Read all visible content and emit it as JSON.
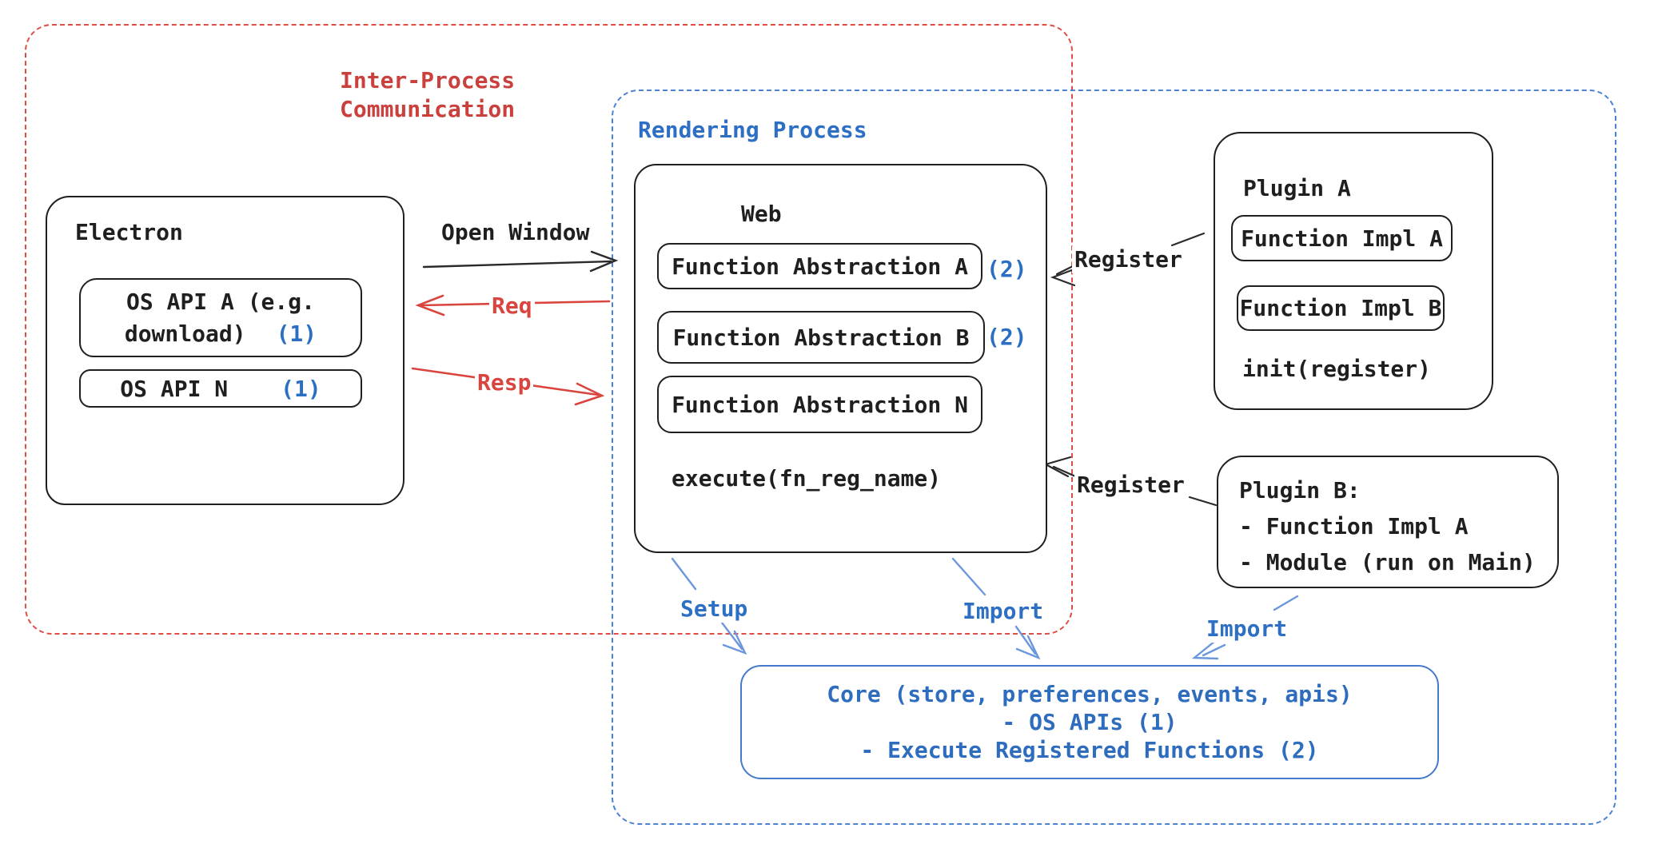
{
  "frames": {
    "ipc": {
      "label_line1": "Inter-Process",
      "label_line2": "Communication"
    },
    "rendering": {
      "label": "Rendering Process"
    }
  },
  "electron": {
    "title": "Electron",
    "api_a_line1": "OS API A (e.g.",
    "api_a_line2": "download)",
    "api_a_badge": "(1)",
    "api_n": "OS API N",
    "api_n_badge": "(1)"
  },
  "web": {
    "title": "Web",
    "fa_a": "Function Abstraction A",
    "fa_a_badge": "(2)",
    "fa_b": "Function Abstraction B",
    "fa_b_badge": "(2)",
    "fa_n": "Function Abstraction N",
    "execute": "execute(fn_reg_name)"
  },
  "plugin_a": {
    "title": "Plugin A",
    "impl_a": "Function Impl A",
    "impl_b": "Function Impl B",
    "init": "init(register)"
  },
  "plugin_b": {
    "title": "Plugin B:",
    "line1": "- Function Impl A",
    "line2": "- Module (run on Main)"
  },
  "core": {
    "line1": "Core (store, preferences, events, apis)",
    "line2": "- OS APIs (1)",
    "line3": "- Execute Registered Functions (2)"
  },
  "arrows": {
    "open_window": "Open Window",
    "req": "Req",
    "resp": "Resp",
    "register_a": "Register",
    "register_b": "Register",
    "setup": "Setup",
    "import_web": "Import",
    "import_plugin_b": "Import"
  },
  "colors": {
    "ink": "#1f1f1f",
    "red_dash": "#df4e46",
    "red_text": "#ca403d",
    "red_arrow": "#d9453e",
    "blue_dash": "#4a82d6",
    "blue_text": "#2d6fc3",
    "blue_arrow": "#6b97dd",
    "core_border": "#4579cc",
    "core_text": "#2e6cbe"
  }
}
